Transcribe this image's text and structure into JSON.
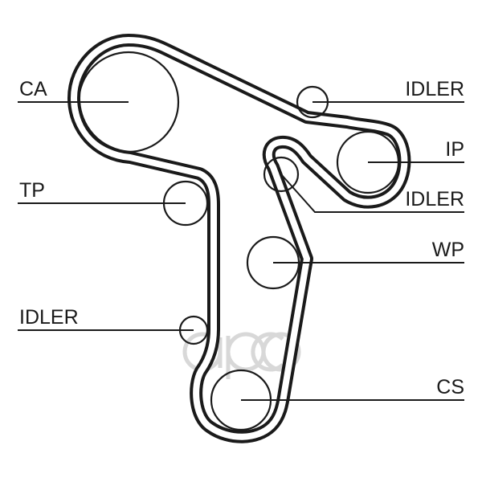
{
  "labels": {
    "ca": "CA",
    "idler_top": "IDLER",
    "ip": "IP",
    "tp": "TP",
    "idler_mid": "IDLER",
    "wp": "WP",
    "idler_bottom": "IDLER",
    "cs": "CS"
  },
  "watermark": {
    "name": "auto-parts-logo-watermark",
    "color": "#d8d8d8"
  },
  "colors": {
    "ink": "#1a1a1a",
    "background": "#ffffff"
  }
}
